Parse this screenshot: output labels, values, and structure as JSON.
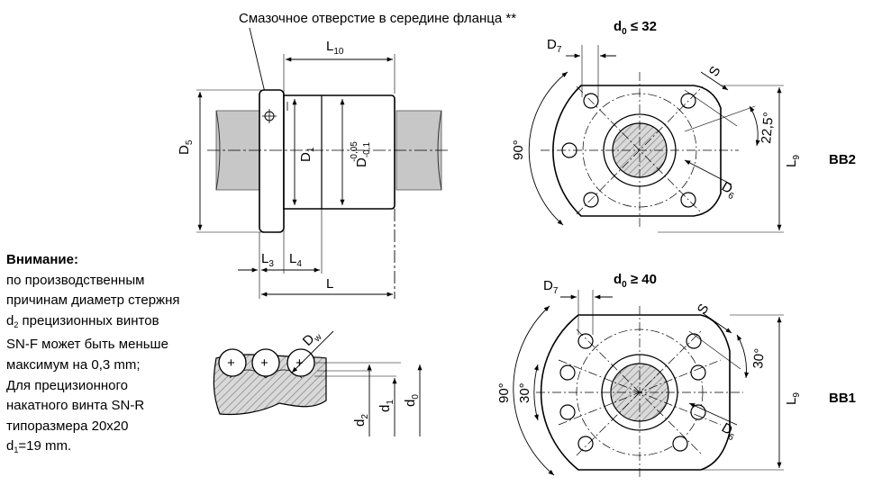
{
  "top_caption": "Смазочное отверстие в середине фланца **",
  "note": {
    "title": "Внимание:",
    "lines": [
      "по производственным",
      "причинам диаметр стержня",
      "d",
      "SN-F может быть меньше",
      "максимум на 0,3 mm;",
      "Для прецизионного",
      "накатного винта SN-R",
      "типоразмера 20x20",
      "d",
      "=19 mm."
    ],
    "line3_sub": "2",
    "line3_rest": " прецизионных винтов",
    "line9_sub": "1"
  },
  "side_view": {
    "L10": "L",
    "L10_sub": "10",
    "D5": "D",
    "D5_sub": "5",
    "D1": "D",
    "D1_sub": "1",
    "D1_tol": "D",
    "D1_tol_sub": "1",
    "D1_tol_sup": "-0,05",
    "D1_tol_sub2": "-0,1",
    "L3": "L",
    "L3_sub": "3",
    "L4": "L",
    "L4_sub": "4",
    "L": "L"
  },
  "thread_detail": {
    "Dw": "D",
    "Dw_sub": "w",
    "d2": "d",
    "d2_sub": "2",
    "d1": "d",
    "d1_sub": "1",
    "d0": "d",
    "d0_sub": "0"
  },
  "bb2": {
    "heading": "d",
    "heading_sub": "0",
    "heading_rest": " ≤ 32",
    "label": "BB2",
    "D7": "D",
    "D7_sub": "7",
    "S": "S",
    "angle_small": "22,5°",
    "angle_big": "90°",
    "D6": "D",
    "D6_sub": "6",
    "L9": "L",
    "L9_sub": "9"
  },
  "bb1": {
    "heading": "d",
    "heading_sub": "0",
    "heading_rest": " ≥ 40",
    "label": "BB1",
    "D7": "D",
    "D7_sub": "7",
    "S": "S",
    "angle_small": "30°",
    "angle_big": "90°",
    "angle_inner": "30°",
    "D6": "D",
    "D6_sub": "6",
    "L9": "L",
    "L9_sub": "9"
  }
}
